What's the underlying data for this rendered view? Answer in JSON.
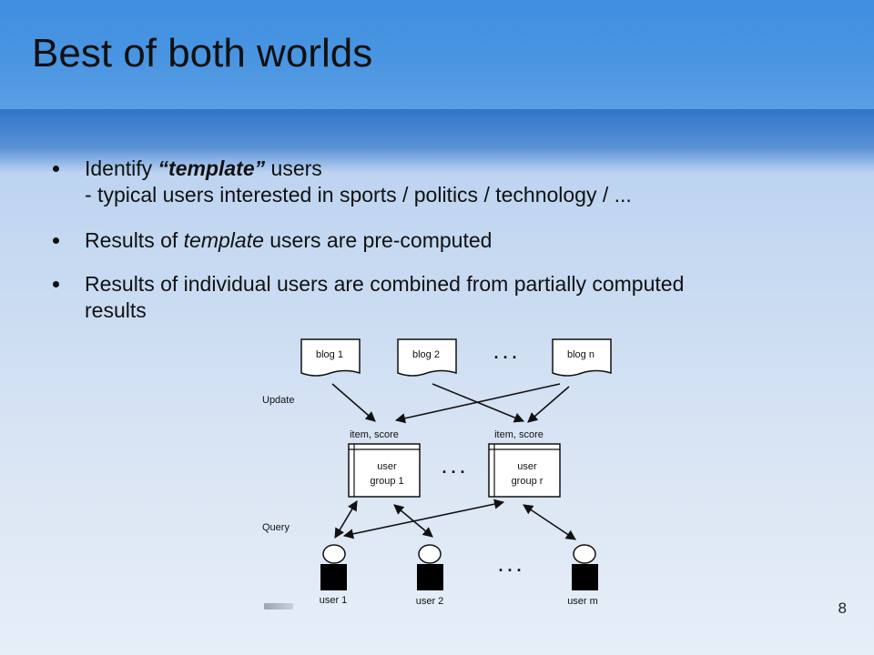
{
  "slide": {
    "title": "Best of both worlds",
    "page_number": "8"
  },
  "bullets": [
    {
      "parts": [
        "Identify ",
        "“template”",
        " users"
      ],
      "subline": "- typical users interested in sports / politics / technology / ..."
    },
    {
      "parts": [
        "Results of ",
        "template",
        " users are pre-computed"
      ]
    },
    {
      "line1": "Results of individual users are combined from partially computed",
      "line2": "results"
    }
  ],
  "diagram": {
    "update_label": "Update",
    "query_label": "Query",
    "blogs": [
      "blog 1",
      "blog 2",
      "blog n"
    ],
    "ellipsis": ". . .",
    "item_score_label": "item, score",
    "groups": [
      {
        "line1": "user",
        "line2": "group 1"
      },
      {
        "line1": "user",
        "line2": "group r"
      }
    ],
    "users": [
      "user 1",
      "user 2",
      "user m"
    ]
  }
}
